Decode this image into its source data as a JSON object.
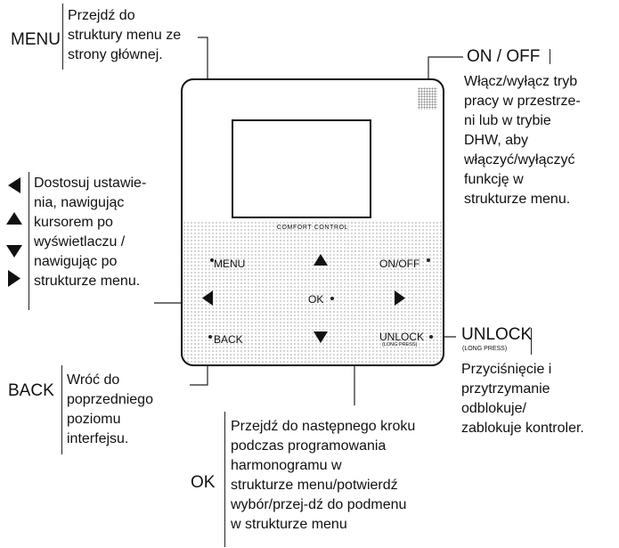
{
  "menu": {
    "title": "MENU",
    "desc": [
      "Przejdź do",
      "struktury menu ze",
      "strony głównej."
    ]
  },
  "onoff": {
    "title": "ON / OFF",
    "desc": [
      "Włącz/wyłącz tryb",
      "pracy w przestrze-",
      "ni lub w trybie",
      "DHW, aby",
      "włączyć/wyłączyć",
      "funkcję w",
      "strukturze menu."
    ]
  },
  "arrows": {
    "desc": [
      "Dostosuj ustawie-",
      "nia, nawigując",
      "kursorem po",
      "wyświetlaczu /",
      "nawigując po",
      "strukturze menu."
    ]
  },
  "unlock": {
    "title": "UNLOCK",
    "sub": "(LONG PRESS)",
    "desc": [
      "Przyciśnięcie i",
      "przytrzymanie",
      "odblokuje/",
      "zablokuje kontroler."
    ]
  },
  "back": {
    "title": "BACK",
    "desc": [
      "Wróć do",
      "poprzedniego",
      "poziomu",
      "interfejsu."
    ]
  },
  "ok": {
    "title": "OK",
    "desc": [
      "Przejdź do następnego kroku",
      "podczas programowania",
      "harmonogramu w",
      "strukturze menu/potwierdź",
      "wybór/przej-dź do podmenu",
      "w strukturze menu"
    ]
  },
  "device": {
    "brand": "COMFORT CONTROL",
    "btn_menu": "MENU",
    "btn_onoff": "ON/OFF",
    "btn_ok": "OK",
    "btn_back": "BACK",
    "btn_unlock": "UNLOCK",
    "btn_unlock_sub": "(LONG PRESS)"
  }
}
